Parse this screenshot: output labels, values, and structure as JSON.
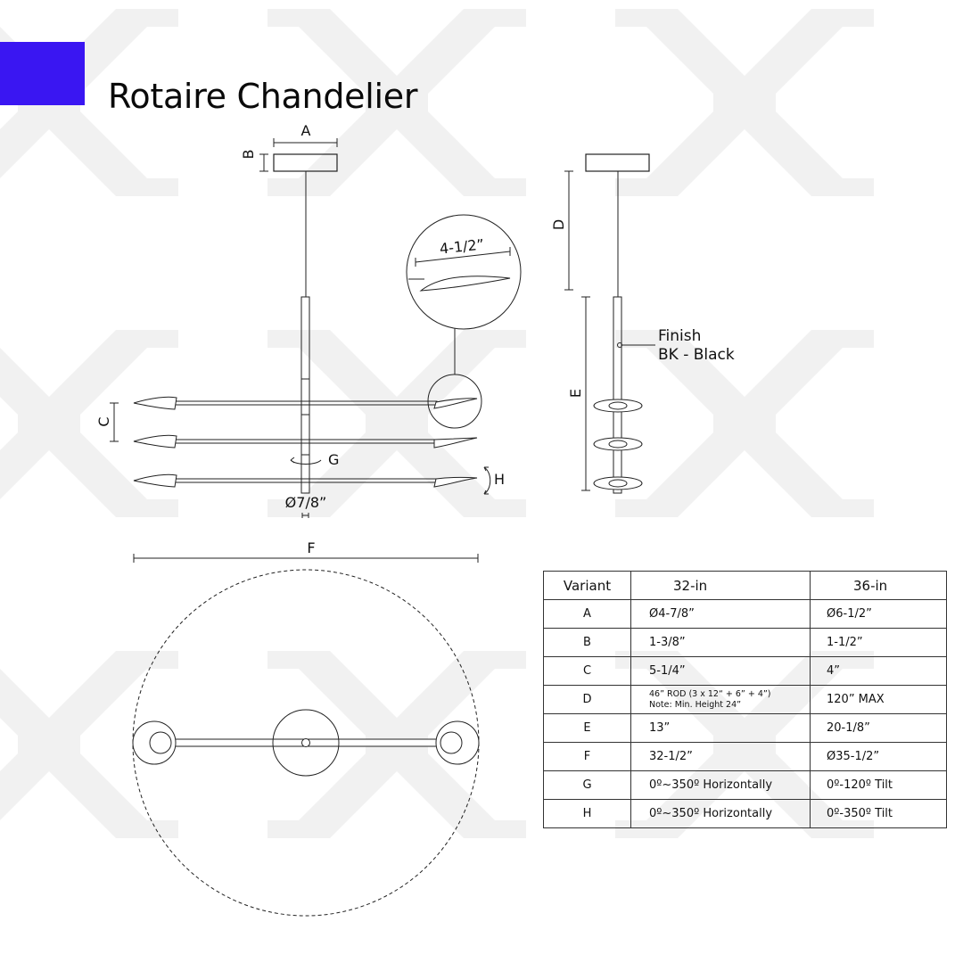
{
  "header": {
    "title": "Rotaire Chandelier",
    "accent_color": "#3a16f2"
  },
  "drawing": {
    "labels": {
      "A": "A",
      "B": "B",
      "C": "C",
      "D": "D",
      "E": "E",
      "F": "F",
      "G": "G",
      "H": "H",
      "rod_diameter": "Ø7/8”",
      "detail_width": "4-1/2”",
      "finish_title": "Finish",
      "finish_value": "BK - Black"
    }
  },
  "spec_table": {
    "headers": [
      "Variant",
      "32-in",
      "36-in"
    ],
    "rows": [
      {
        "variant": "A",
        "in32": "Ø4-7/8”",
        "in36": "Ø6-1/2”"
      },
      {
        "variant": "B",
        "in32": "1-3/8”",
        "in36": "1-1/2”"
      },
      {
        "variant": "C",
        "in32": "5-1/4”",
        "in36": "4”"
      },
      {
        "variant": "D",
        "in32": "46” ROD (3 x 12“ + 6” + 4”)",
        "in32_note": "Note: Min. Height 24”",
        "in36": "120” MAX"
      },
      {
        "variant": "E",
        "in32": "13”",
        "in36": "20-1/8”"
      },
      {
        "variant": "F",
        "in32": "32-1/2”",
        "in36": "Ø35-1/2”"
      },
      {
        "variant": "G",
        "in32": "0º~350º Horizontally",
        "in36": "0º-120º Tilt"
      },
      {
        "variant": "H",
        "in32": "0º~350º Horizontally",
        "in36": "0º-350º Tilt"
      }
    ]
  }
}
